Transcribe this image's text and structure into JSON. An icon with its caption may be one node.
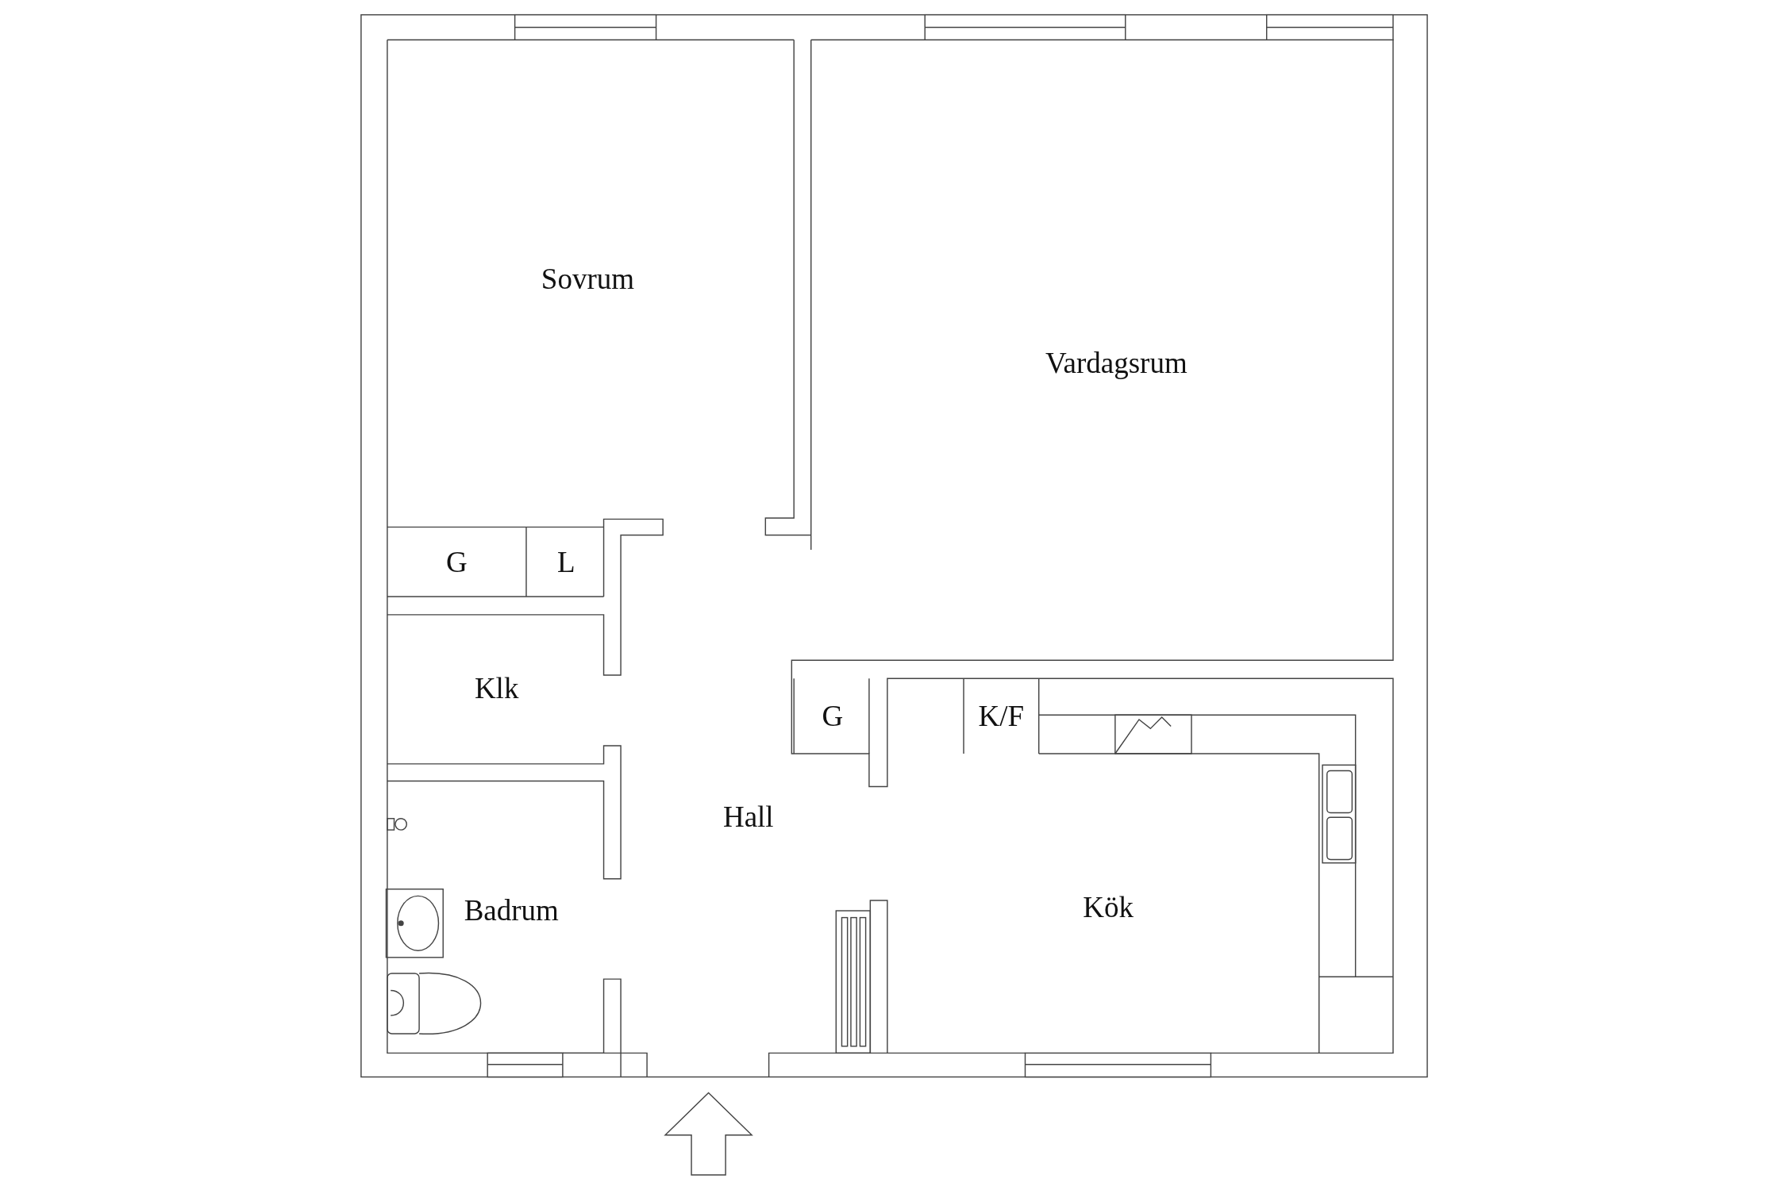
{
  "diagram": {
    "nodes": [
      {
        "text": [
          "Sovrum"
        ]
      },
      {
        "text": [
          "Vardagsrum"
        ]
      },
      {
        "text": [
          "G"
        ]
      },
      {
        "text": [
          "L"
        ]
      },
      {
        "text": [
          "Klk"
        ]
      },
      {
        "text": [
          "G"
        ]
      },
      {
        "text": [
          "K/F"
        ]
      },
      {
        "text": [
          "Hall"
        ]
      },
      {
        "text": [
          "Badrum"
        ]
      },
      {
        "text": [
          "Kök"
        ]
      }
    ]
  }
}
